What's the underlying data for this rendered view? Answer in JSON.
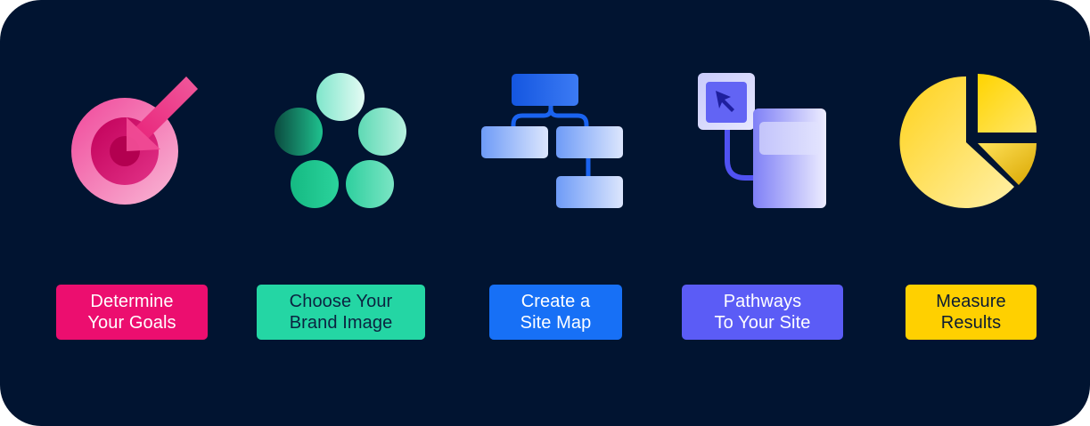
{
  "steps": [
    {
      "label": "Determine\nYour Goals",
      "color": "#EC0E6F",
      "text_color": "#FFFFFF",
      "icon": "target-arrow-icon"
    },
    {
      "label": "Choose Your\nBrand Image",
      "color": "#24D6A4",
      "text_color": "#0B2340",
      "icon": "five-circles-icon"
    },
    {
      "label": "Create a\nSite Map",
      "color": "#1770F6",
      "text_color": "#FFFFFF",
      "icon": "sitemap-icon"
    },
    {
      "label": "Pathways\nTo Your Site",
      "color": "#5B5CF6",
      "text_color": "#FFFFFF",
      "icon": "cursor-pathway-icon"
    },
    {
      "label": "Measure\nResults",
      "color": "#FFD000",
      "text_color": "#0B1B33",
      "icon": "pie-chart-icon"
    }
  ],
  "background_color": "#011431"
}
